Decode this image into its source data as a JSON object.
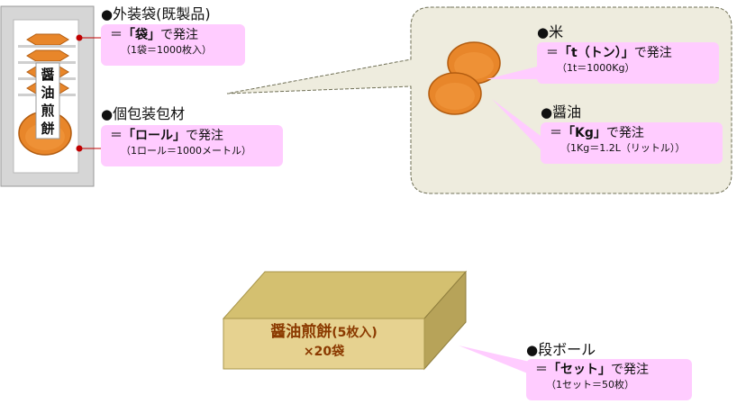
{
  "package": {
    "label_chars": [
      "醤",
      "油",
      "煎",
      "餅"
    ],
    "outer_bag": {
      "title": "外装袋(既製品)",
      "order_prefix": "＝",
      "order_unit": "「袋」",
      "order_suffix": "で発注",
      "conversion": "（1袋＝1000枚入）"
    },
    "wrapper": {
      "title": "個包装包材",
      "order_prefix": "＝",
      "order_unit": "「ロール」",
      "order_suffix": "で発注",
      "conversion": "（1ロール＝1000メートル）"
    }
  },
  "materials": {
    "rice": {
      "title": "米",
      "order_prefix": "＝",
      "order_unit": "「t（トン）」",
      "order_suffix": "で発注",
      "conversion": "（1t＝1000Kg）"
    },
    "soy_sauce": {
      "title": "醤油",
      "order_prefix": "＝",
      "order_unit": "「Kg」",
      "order_suffix": "で発注",
      "conversion": "（1Kg＝1.2L（リットル））"
    }
  },
  "carton": {
    "line1_main": "醤油煎餅",
    "line1_sub": "(5枚入)",
    "line2": "×20袋",
    "callout": {
      "title": "段ボール",
      "order_prefix": "＝",
      "order_unit": "「セット」",
      "order_suffix": "で発注",
      "conversion": "（1セット＝50枚）"
    }
  },
  "bullet": "●",
  "colors": {
    "callout_bg": "#ffccff",
    "cloud_bg": "#eeecde",
    "carton_front": "#e6d290",
    "carton_top": "#d4c070",
    "carton_side": "#b7a359",
    "cracker": "#e8862a",
    "carton_text": "#8b3a00",
    "connector": "#c00000"
  },
  "icons": [
    "bullet-dot-icon",
    "rice-cracker-icon",
    "cardboard-box-icon"
  ]
}
